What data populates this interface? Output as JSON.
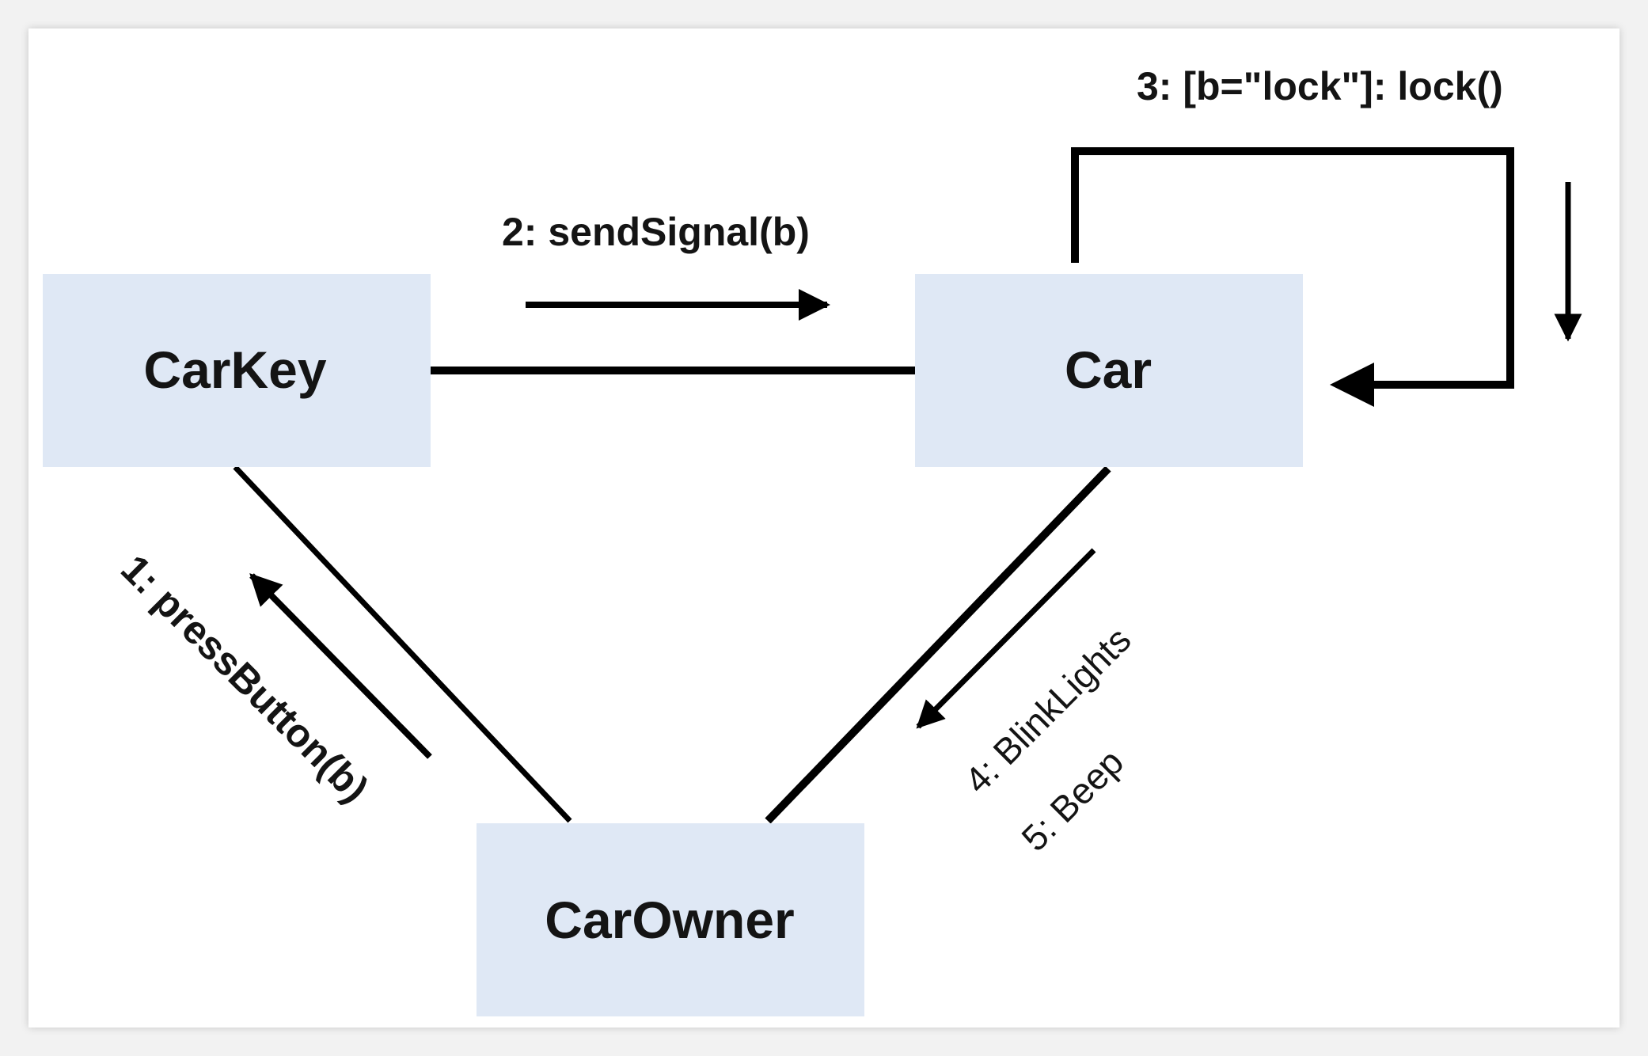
{
  "objects": {
    "carkey": "CarKey",
    "car": "Car",
    "carowner": "CarOwner"
  },
  "messages": {
    "m1": "1:  pressButton(b)",
    "m2": "2:  sendSignal(b)",
    "m3": "3:  [b=\"lock\"]: lock()",
    "m4": "4:  BlinkLights",
    "m5": "5:  Beep"
  },
  "colors": {
    "box_fill": "#dfe8f5",
    "line": "#000000",
    "text": "#141414"
  }
}
